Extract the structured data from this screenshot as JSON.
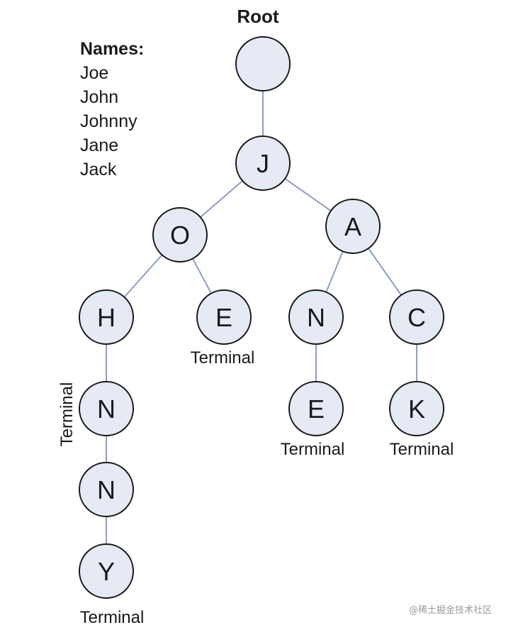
{
  "title": "Root",
  "names": {
    "heading": "Names:",
    "items": [
      "Joe",
      "John",
      "Johnny",
      "Jane",
      "Jack"
    ]
  },
  "nodes": [
    {
      "id": "root",
      "letter": ""
    },
    {
      "id": "j",
      "letter": "J"
    },
    {
      "id": "o",
      "letter": "O"
    },
    {
      "id": "a",
      "letter": "A"
    },
    {
      "id": "h",
      "letter": "H"
    },
    {
      "id": "e1",
      "letter": "E"
    },
    {
      "id": "n1",
      "letter": "N"
    },
    {
      "id": "c",
      "letter": "C"
    },
    {
      "id": "n2",
      "letter": "N"
    },
    {
      "id": "e2",
      "letter": "E"
    },
    {
      "id": "k",
      "letter": "K"
    },
    {
      "id": "n3",
      "letter": "N"
    },
    {
      "id": "y",
      "letter": "Y"
    }
  ],
  "edges": [
    [
      "root",
      "j"
    ],
    [
      "j",
      "o"
    ],
    [
      "j",
      "a"
    ],
    [
      "o",
      "h"
    ],
    [
      "o",
      "e1"
    ],
    [
      "a",
      "n1"
    ],
    [
      "a",
      "c"
    ],
    [
      "h",
      "n2"
    ],
    [
      "n2",
      "n3"
    ],
    [
      "n3",
      "y"
    ],
    [
      "n1",
      "e2"
    ],
    [
      "c",
      "k"
    ]
  ],
  "terminal_label": "Terminal",
  "terminals": [
    "n2",
    "e1",
    "e2",
    "k",
    "y"
  ],
  "watermark": "@稀土掘金技术社区",
  "colors": {
    "node_fill": "#e6eaf5",
    "node_stroke": "#1a1a1a",
    "edge": "#8d9dc4",
    "text": "#1a1a1a"
  }
}
